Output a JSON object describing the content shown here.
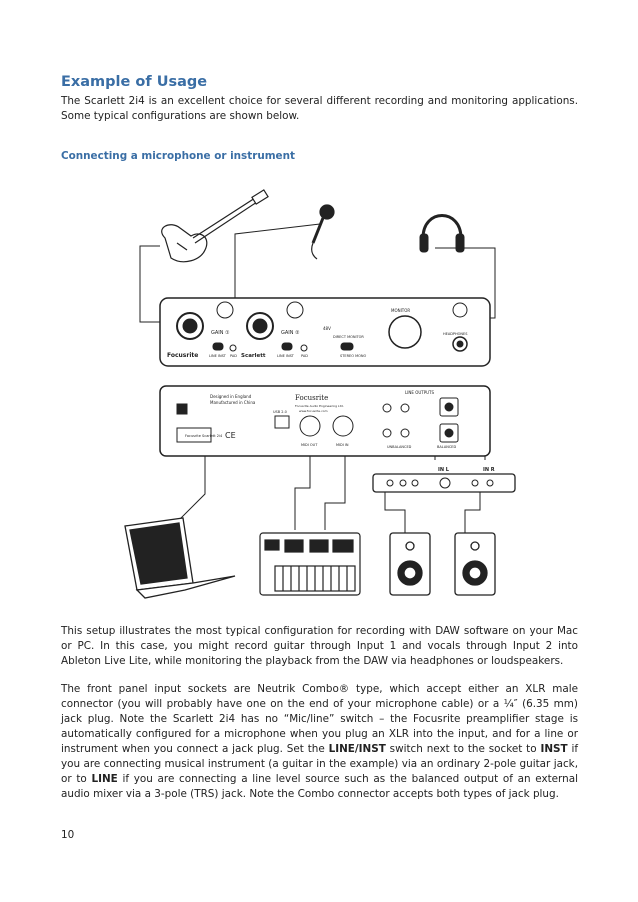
{
  "title": "Example of Usage",
  "intro": "The Scarlett 2i4 is an excellent choice for several different recording and monitoring applications. Some typical configurations are shown below.",
  "subheading": "Connecting a microphone or instrument",
  "diagram": {
    "front_panel": {
      "brand": "Focusrite",
      "model": "Scarlett",
      "gain1": "GAIN ①",
      "gain2": "GAIN ②",
      "line_inst": "LINE INST",
      "pad": "PAD",
      "phantom": "48V",
      "direct_monitor": "DIRECT MONITOR",
      "stereo_mono": "STEREO MONO",
      "monitor": "MONITOR",
      "headphones": "HEADPHONES"
    },
    "rear_panel": {
      "designed": "Designed in England",
      "manufactured": "Manufactured in China",
      "brand": "Focusrite",
      "company": "Focusrite Audio Engineering Ltd.",
      "web": "www.focusrite.com",
      "usb": "USB 2.0",
      "midi_out": "MIDI OUT",
      "midi_in": "MIDI IN",
      "line_outputs": "LINE OUTPUTS",
      "unbalanced": "UNBALANCED",
      "balanced": "BALANCED",
      "model_label": "Focusrite Scarlett 2i4",
      "ce": "CE"
    },
    "mixer": {
      "in_l": "IN L",
      "in_r": "IN R"
    }
  },
  "paragraph2": "This setup illustrates the most typical configuration for recording with DAW software on your Mac or PC. In this case, you might record guitar through Input 1 and vocals through Input 2 into Ableton Live Lite, while monitoring the playback from the DAW via headphones or loudspeakers.",
  "paragraph3": {
    "part1": "The front panel input sockets are Neutrik Combo® type, which accept either an XLR male connector (you will probably have one on the end of your microphone cable) or a ¼″ (6.35 mm) jack plug. Note the Scarlett 2i4 has no “Mic/line” switch – the Focusrite preamplifier stage is automatically configured for a microphone when you plug an XLR into the input, and for a line or instrument when you connect a jack plug. Set the ",
    "bold1": "LINE/INST",
    "part2": " switch next to the socket to ",
    "bold2": "INST",
    "part3": " if you are connecting musical instrument (a guitar in the example) via an ordinary 2-pole guitar jack, or to ",
    "bold3": "LINE",
    "part4": " if you are connecting a line level source such as the balanced output of an external audio mixer via a 3-pole (TRS) jack. Note the Combo connector accepts both types of jack plug."
  },
  "page_number": "10"
}
